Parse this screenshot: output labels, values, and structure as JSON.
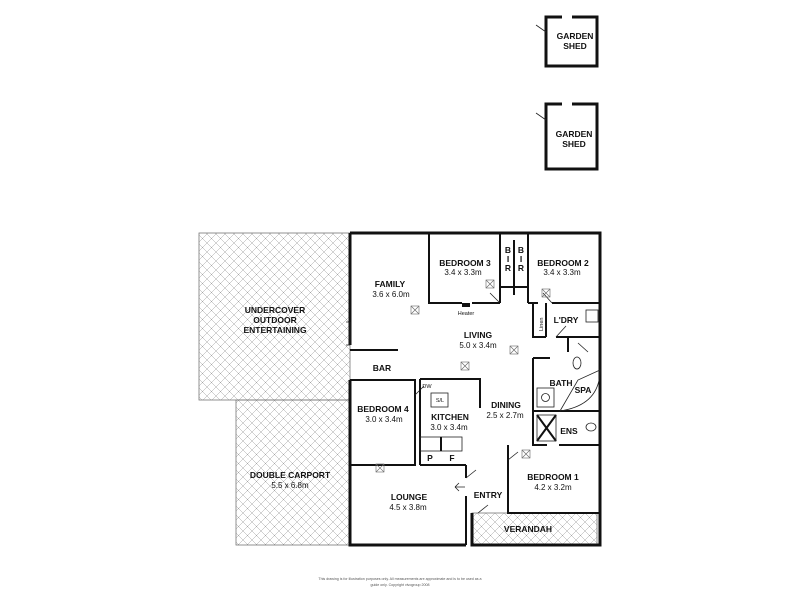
{
  "plan": {
    "garden_shed_1": {
      "line1": "GARDEN",
      "line2": "SHED"
    },
    "garden_shed_2": {
      "line1": "GARDEN",
      "line2": "SHED"
    },
    "outdoor": {
      "line1": "UNDERCOVER",
      "line2": "OUTDOOR",
      "line3": "ENTERTAINING"
    },
    "carport": {
      "name": "DOUBLE CARPORT",
      "dims": "5.5 x 6.8m"
    },
    "family": {
      "name": "FAMILY",
      "dims": "3.6 x 6.0m"
    },
    "bedroom3": {
      "name": "BEDROOM 3",
      "dims": "3.4 x 3.3m"
    },
    "bedroom2": {
      "name": "BEDROOM 2",
      "dims": "3.4 x 3.3m"
    },
    "bir": "B I R",
    "bir_b": "B",
    "bir_i": "I",
    "bir_r": "R",
    "heater": "Heater",
    "living": {
      "name": "LIVING",
      "dims": "5.0 x 3.4m"
    },
    "linen": "Linen",
    "laundry": "L'DRY",
    "bar": "BAR",
    "dw": "DW",
    "sl": "S/L",
    "bath": "BATH",
    "spa": "SPA",
    "bedroom4": {
      "name": "BEDROOM 4",
      "dims": "3.0 x 3.4m"
    },
    "kitchen": {
      "name": "KITCHEN",
      "dims": "3.0 x 3.4m"
    },
    "dining": {
      "name": "DINING",
      "dims": "2.5 x 2.7m"
    },
    "ens": "ENS",
    "pantry": "P",
    "fridge": "F",
    "bedroom1": {
      "name": "BEDROOM 1",
      "dims": "4.2 x 3.2m"
    },
    "lounge": {
      "name": "LOUNGE",
      "dims": "4.5 x 3.8m"
    },
    "entry": "ENTRY",
    "verandah": "VERANDAH"
  },
  "disclaimer": {
    "line1": "This drawing is for illustration purposes only. All measurements are approximate and is to be used as a",
    "line2": "guide only. Copyright vivogroup 2008"
  }
}
